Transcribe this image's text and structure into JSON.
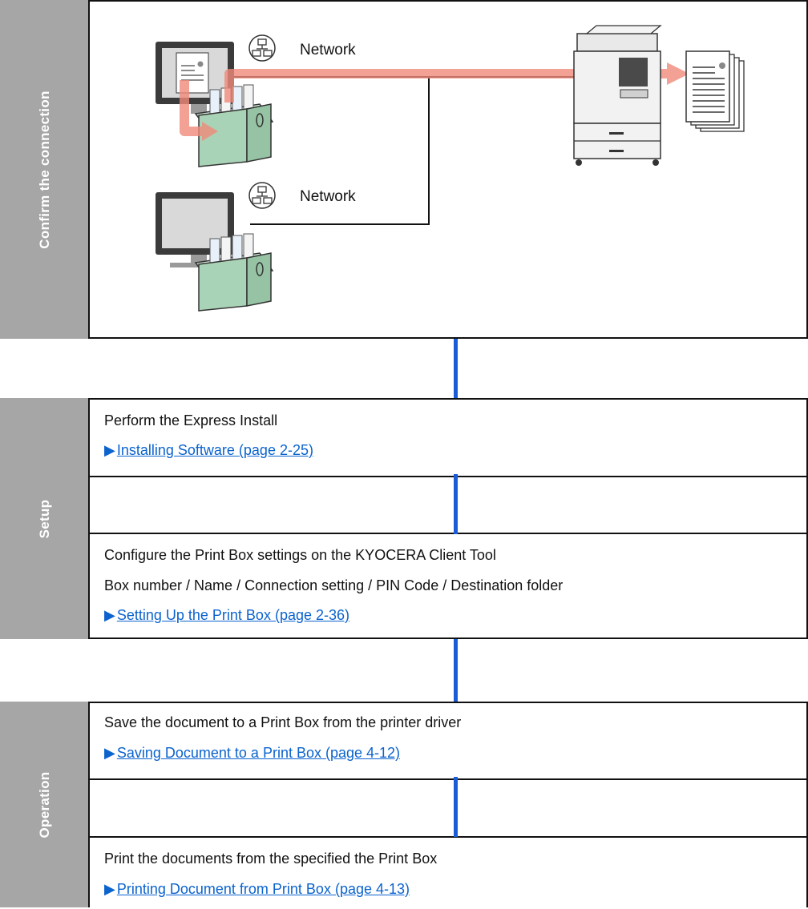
{
  "sections": {
    "connection": {
      "label": "Confirm the connection",
      "network_label_1": "Network",
      "network_label_2": "Network"
    },
    "setup": {
      "label": "Setup",
      "step1_text": "Perform the Express Install",
      "step1_link": "Installing Software (page 2-25)",
      "step2_text_1": "Configure the Print Box settings on the KYOCERA Client Tool",
      "step2_text_2": "Box number / Name / Connection setting / PIN Code / Destination folder",
      "step2_link": "Setting Up the Print Box (page 2-36)"
    },
    "operation": {
      "label": "Operation",
      "step1_text": "Save the document to a Print Box from the printer driver",
      "step1_link": "Saving Document to a Print Box (page 4-12)",
      "step2_text": "Print the documents from the specified the Print Box",
      "step2_link": "Printing Document from Print Box (page 4-13)"
    }
  },
  "link_marker": "▶",
  "colors": {
    "side_panel": "#a6a6a6",
    "link": "#0b63ce",
    "connector": "#1a5cd7",
    "flow_arrow": "#f08a7a",
    "box_fill": "#a9d3b6"
  }
}
